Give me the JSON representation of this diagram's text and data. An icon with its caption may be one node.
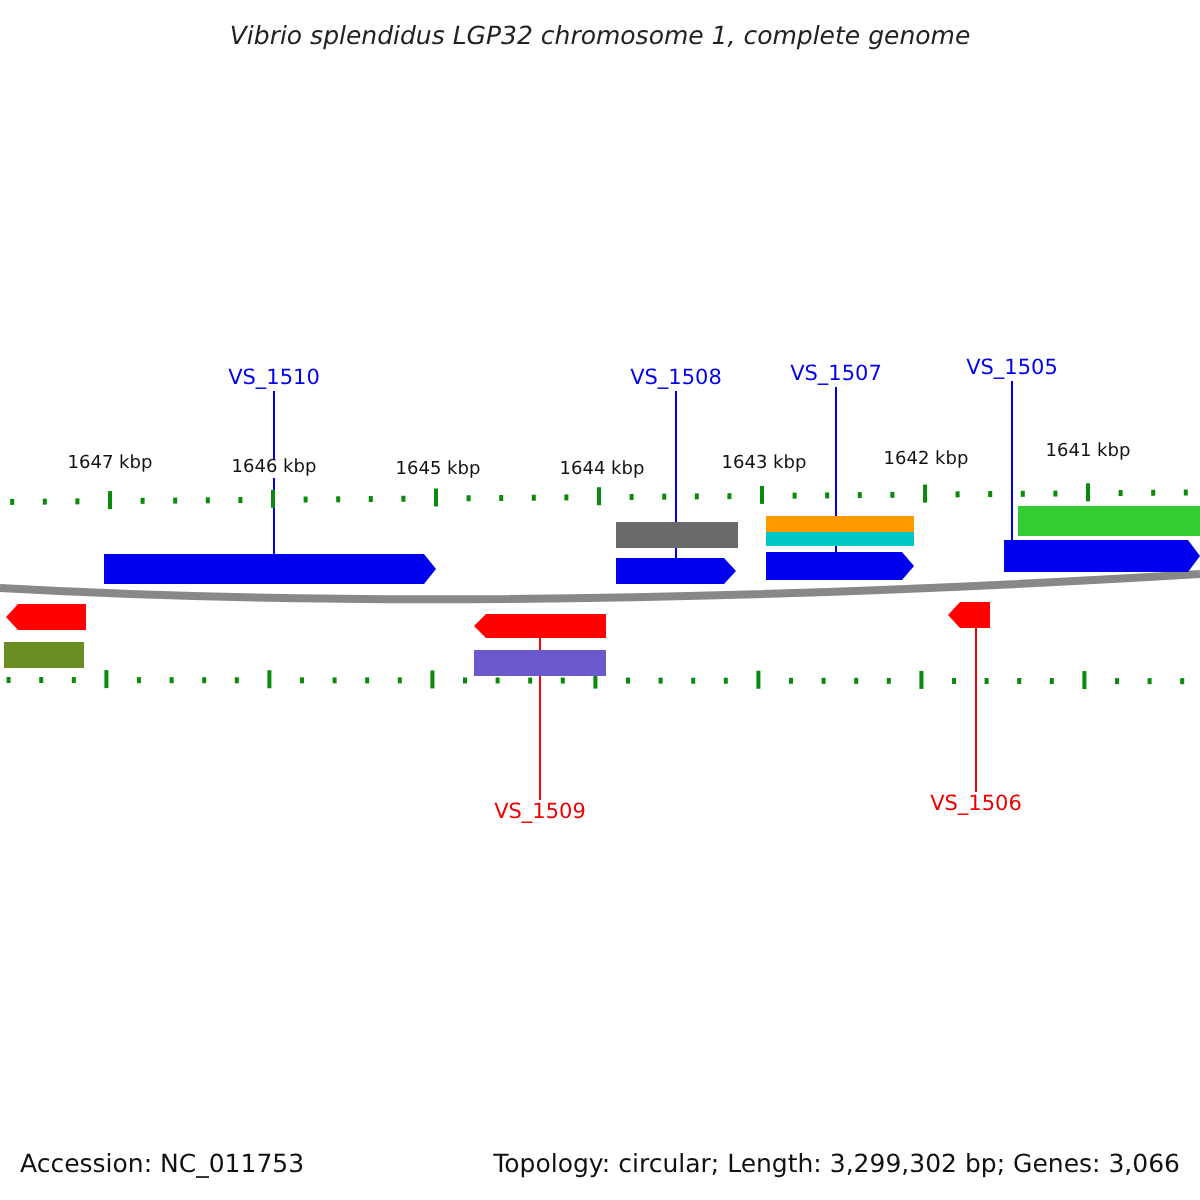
{
  "diagram": {
    "title": "Vibrio splendidus LGP32 chromosome 1, complete genome",
    "nodes": [
      {
        "text": [
          "VS_1510"
        ]
      },
      {
        "text": [
          "VS_1508"
        ]
      },
      {
        "text": [
          "VS_1507"
        ]
      },
      {
        "text": [
          "VS_1505"
        ]
      },
      {
        "text": [
          "VS_1509"
        ]
      },
      {
        "text": [
          "VS_1506"
        ]
      },
      {
        "text": [],
        "shape": "bar"
      },
      {
        "text": [],
        "shape": "bar"
      },
      {
        "text": [],
        "shape": "bar"
      },
      {
        "text": [],
        "shape": "bar"
      },
      {
        "text": [],
        "shape": "bar"
      },
      {
        "text": [],
        "shape": "bar"
      },
      {
        "text": [],
        "shape": "bar"
      },
      {
        "text": [],
        "shape": "bar"
      },
      {
        "text": [],
        "shape": "bar"
      },
      {
        "text": [],
        "shape": "bar"
      },
      {
        "text": [],
        "shape": "bar"
      },
      {
        "text": [],
        "shape": "bar"
      },
      {
        "text": [],
        "shape": "bar"
      }
    ],
    "edges": [
      {
        "from": 0,
        "to": 6,
        "arrow": "none"
      },
      {
        "from": 1,
        "to": 7,
        "arrow": "none"
      },
      {
        "from": 2,
        "to": 8,
        "arrow": "none"
      },
      {
        "from": 3,
        "to": 9,
        "arrow": "none"
      },
      {
        "from": 4,
        "to": 10,
        "arrow": "none",
        "color": "#ff0000"
      },
      {
        "from": 5,
        "to": 11,
        "arrow": "none",
        "color": "#ff0000"
      }
    ],
    "labels": [
      "1647 kbp",
      "1646 kbp",
      "1645 kbp",
      "1644 kbp",
      "1643 kbp",
      "1642 kbp",
      "1641 kbp",
      "Accession: NC_011753",
      "Topology: circular; Length: 3,299,302 bp; Genes: 3,066"
    ]
  }
}
